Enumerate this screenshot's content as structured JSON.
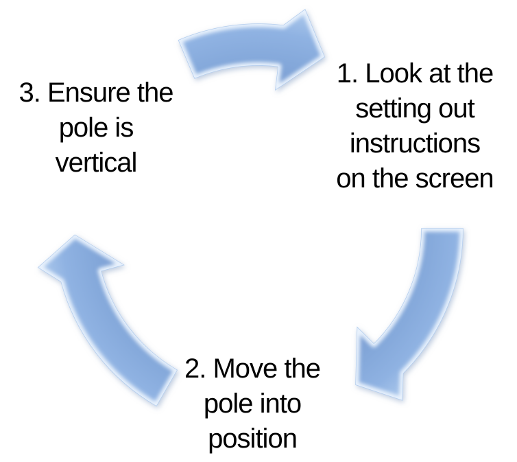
{
  "diagram": {
    "type": "cycle",
    "flow_direction": "clockwise",
    "background_color": "#FFFFFF",
    "text_color": "#000000",
    "arrow_colors": {
      "fill_main": "#8FB2E2",
      "fill_dark_inner": "#7C9ED2",
      "fill_light_outer": "#BCD4F0",
      "rim_highlight": "#EAF3FD",
      "soft_shadow": "#93A9C9"
    },
    "steps": [
      {
        "id": "1",
        "full_text": "1. Look at the setting out instructions on the screen",
        "lines": [
          "1. Look at the",
          "setting out",
          "instructions",
          "on the screen"
        ]
      },
      {
        "id": "2",
        "full_text": "2. Move the pole into position",
        "lines": [
          "2. Move the",
          "pole into",
          "position"
        ]
      },
      {
        "id": "3",
        "full_text": "3. Ensure the pole is vertical",
        "lines": [
          "3. Ensure the",
          "pole is",
          "vertical"
        ]
      }
    ],
    "arrows": [
      {
        "position": "top",
        "connects": "step 3 to step 1"
      },
      {
        "position": "right",
        "connects": "step 1 to step 2"
      },
      {
        "position": "left",
        "connects": "step 2 to step 3"
      }
    ]
  }
}
